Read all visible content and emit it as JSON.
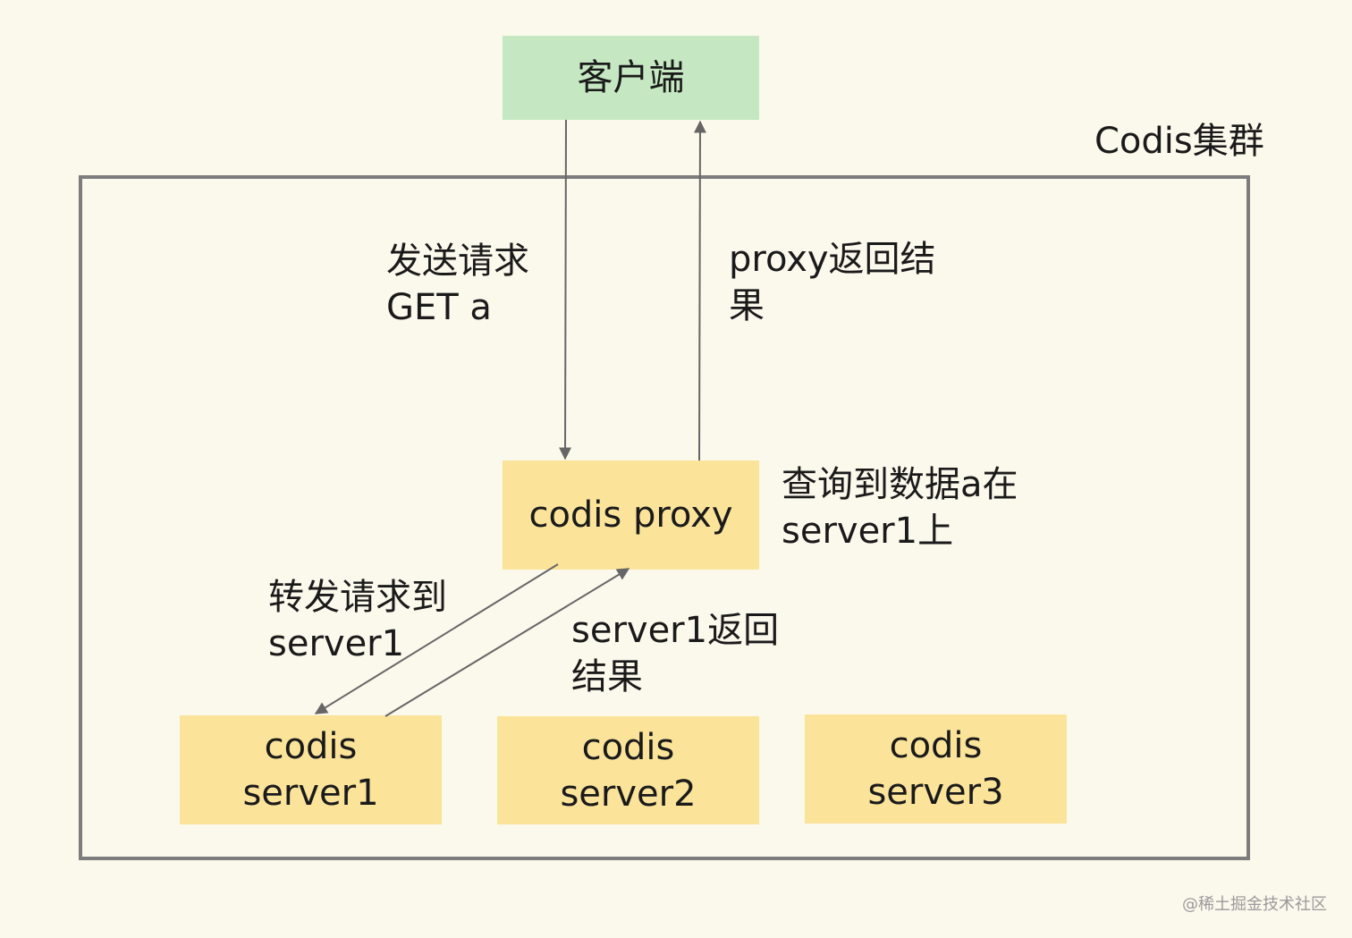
{
  "client": {
    "label": "客户端"
  },
  "cluster": {
    "label": "Codis集群"
  },
  "proxy": {
    "label": "codis proxy"
  },
  "servers": [
    {
      "label": "codis\nserver1"
    },
    {
      "label": "codis\nserver2"
    },
    {
      "label": "codis\nserver3"
    }
  ],
  "annotations": {
    "send_request": "发送请求\nGET a",
    "proxy_return": "proxy返回结\n果",
    "query_location": "查询到数据a在\nserver1上",
    "forward_request": "转发请求到\nserver1",
    "server_return": "server1返回\n结果"
  },
  "watermark": "@稀土掘金技术社区",
  "colors": {
    "background": "#fbf8ec",
    "client_box": "#c5e8c2",
    "node_box": "#fbe39a",
    "frame": "#7d7d7d",
    "arrow": "#666666"
  }
}
